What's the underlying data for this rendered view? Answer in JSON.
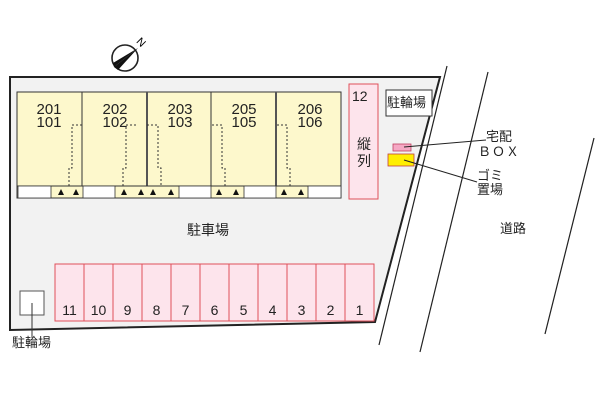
{
  "compass": {
    "label": "N"
  },
  "units": [
    {
      "upper": "201",
      "lower": "101"
    },
    {
      "upper": "202",
      "lower": "102"
    },
    {
      "upper": "203",
      "lower": "103"
    },
    {
      "upper": "205",
      "lower": "105"
    },
    {
      "upper": "206",
      "lower": "106"
    }
  ],
  "parking": {
    "label": "駐車場",
    "slots": [
      "11",
      "10",
      "9",
      "8",
      "7",
      "6",
      "5",
      "4",
      "3",
      "2",
      "1"
    ],
    "tandem": {
      "number": "12",
      "label_line1": "縦",
      "label_line2": "列"
    }
  },
  "bicycle_top": "駐輪場",
  "bicycle_bottom": "駐輪場",
  "delivery_box": {
    "line1": "宅配",
    "line2": "ＢＯＸ"
  },
  "garbage": {
    "line1": "ゴミ",
    "line2": "置場"
  },
  "road": "道路",
  "colors": {
    "building": "#fdf8cc",
    "parking": "#fde4ec",
    "parking_border": "#e0505a",
    "garbage": "#ffee00",
    "delivery": "#f5a8c4"
  }
}
